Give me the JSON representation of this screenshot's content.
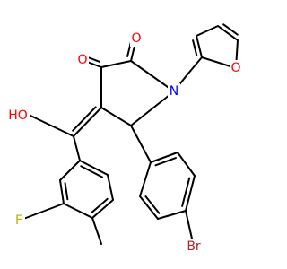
{
  "molecule": {
    "atom_labels": {
      "o_ketone": "O",
      "o_amide": "O",
      "o_furan": "O",
      "n_ring": "N",
      "oh": "HO",
      "fluorine": "F",
      "bromine": "Br"
    },
    "colors": {
      "bond": "#000000",
      "oxygen": "#ff0000",
      "nitrogen": "#0000ff",
      "fluorine": "#b4b400",
      "bromine": "#a52a2a"
    }
  }
}
